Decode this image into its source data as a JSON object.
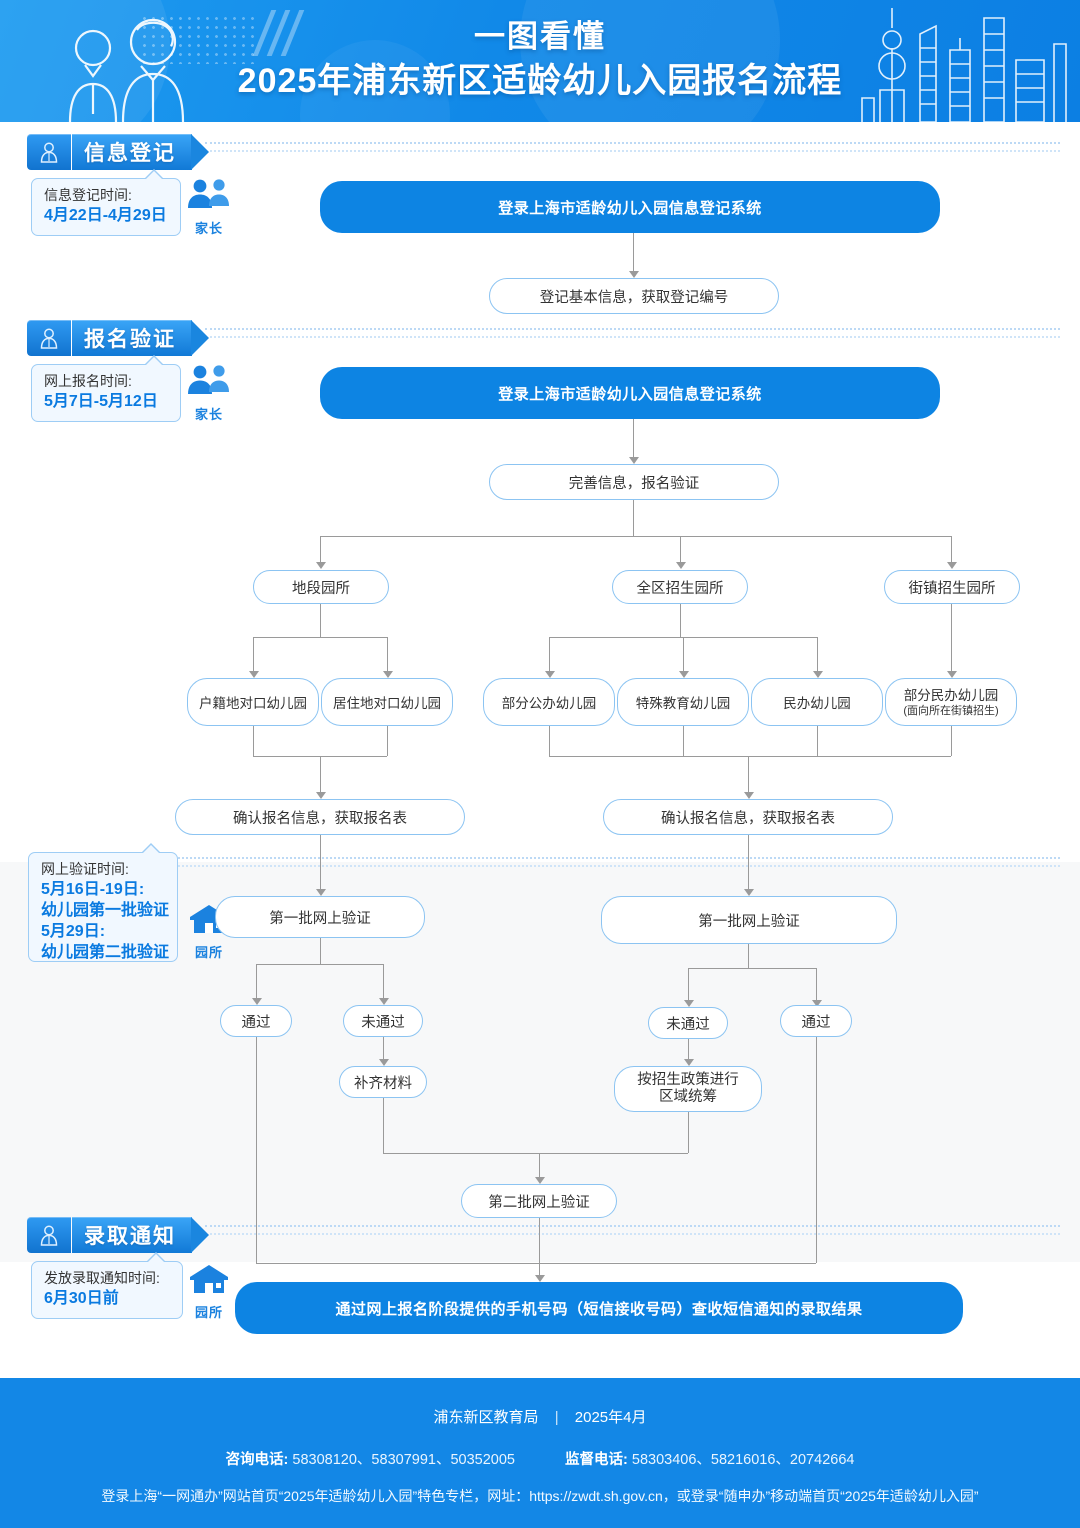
{
  "header": {
    "title_line1": "一图看懂",
    "title_line2": "2025年浦东新区适龄幼儿入园报名流程"
  },
  "sections": [
    {
      "key": "registration",
      "label": "信息登记",
      "callout": {
        "title": "信息登记时间:",
        "lines": [
          "4月22日-4月29日"
        ]
      },
      "role": {
        "name": "parent-icon",
        "label": "家长"
      }
    },
    {
      "key": "signup-verify",
      "label": "报名验证",
      "callout": {
        "title": "网上报名时间:",
        "lines": [
          "5月7日-5月12日"
        ]
      },
      "role": {
        "name": "parent-icon",
        "label": "家长"
      }
    },
    {
      "key": "online-verify",
      "label": "",
      "callout": {
        "title": "网上验证时间:",
        "lines": [
          "5月16日-19日:",
          "幼儿园第一批验证",
          "5月29日:",
          "幼儿园第二批验证"
        ]
      },
      "role": {
        "name": "school-icon",
        "label": "园所"
      }
    },
    {
      "key": "admission",
      "label": "录取通知",
      "callout": {
        "title": "发放录取通知时间:",
        "lines": [
          "6月30日前"
        ]
      },
      "role": {
        "name": "school-icon",
        "label": "园所"
      }
    }
  ],
  "nodes": {
    "login_system_1": "登录上海市适龄幼儿入园信息登记系统",
    "basic_info": "登记基本信息，获取登记编号",
    "login_system_2": "登录上海市适龄幼儿入园信息登记系统",
    "complete_info": "完善信息，报名验证",
    "group_district": "地段园所",
    "group_citywide": "全区招生园所",
    "group_town": "街镇招生园所",
    "kg_hukou": "户籍地对口幼儿园",
    "kg_residence": "居住地对口幼儿园",
    "kg_public": "部分公办幼儿园",
    "kg_special": "特殊教育幼儿园",
    "kg_private": "民办幼儿园",
    "kg_private_town_main": "部分民办幼儿园",
    "kg_private_town_sub": "(面向所在街镇招生)",
    "confirm_left": "确认报名信息，获取报名表",
    "confirm_right": "确认报名信息，获取报名表",
    "batch1_left": "第一批网上验证",
    "batch1_right": "第一批网上验证",
    "pass_left": "通过",
    "fail_left": "未通过",
    "supplement": "补齐材料",
    "fail_right": "未通过",
    "pass_right": "通过",
    "coordinate_main": "按招生政策进行",
    "coordinate_sub": "区域统筹",
    "batch2": "第二批网上验证",
    "result_sms": "通过网上报名阶段提供的手机号码（短信接收号码）查收短信通知的录取结果"
  },
  "footer": {
    "org": "浦东新区教育局",
    "separator": "|",
    "date": "2025年4月",
    "consult_label": "咨询电话:",
    "consult_value": "58308120、58307991、50352005",
    "supervise_label": "监督电话:",
    "supervise_value": "58303406、58216016、20742664",
    "note": "登录上海“一网通办”网站首页“2025年适龄幼儿入园”特色专栏，网址：https://zwdt.sh.gov.cn，或登录“随申办”移动端首页“2025年适龄幼儿入园”"
  },
  "colors": {
    "brand_blue": "#0d84e3",
    "header_blue": "#1189E8",
    "node_border": "#8cc4f2",
    "connector_gray": "#9a9a9a",
    "shade_bg": "#f7f8f9",
    "footer_blue": "#1387E6"
  }
}
